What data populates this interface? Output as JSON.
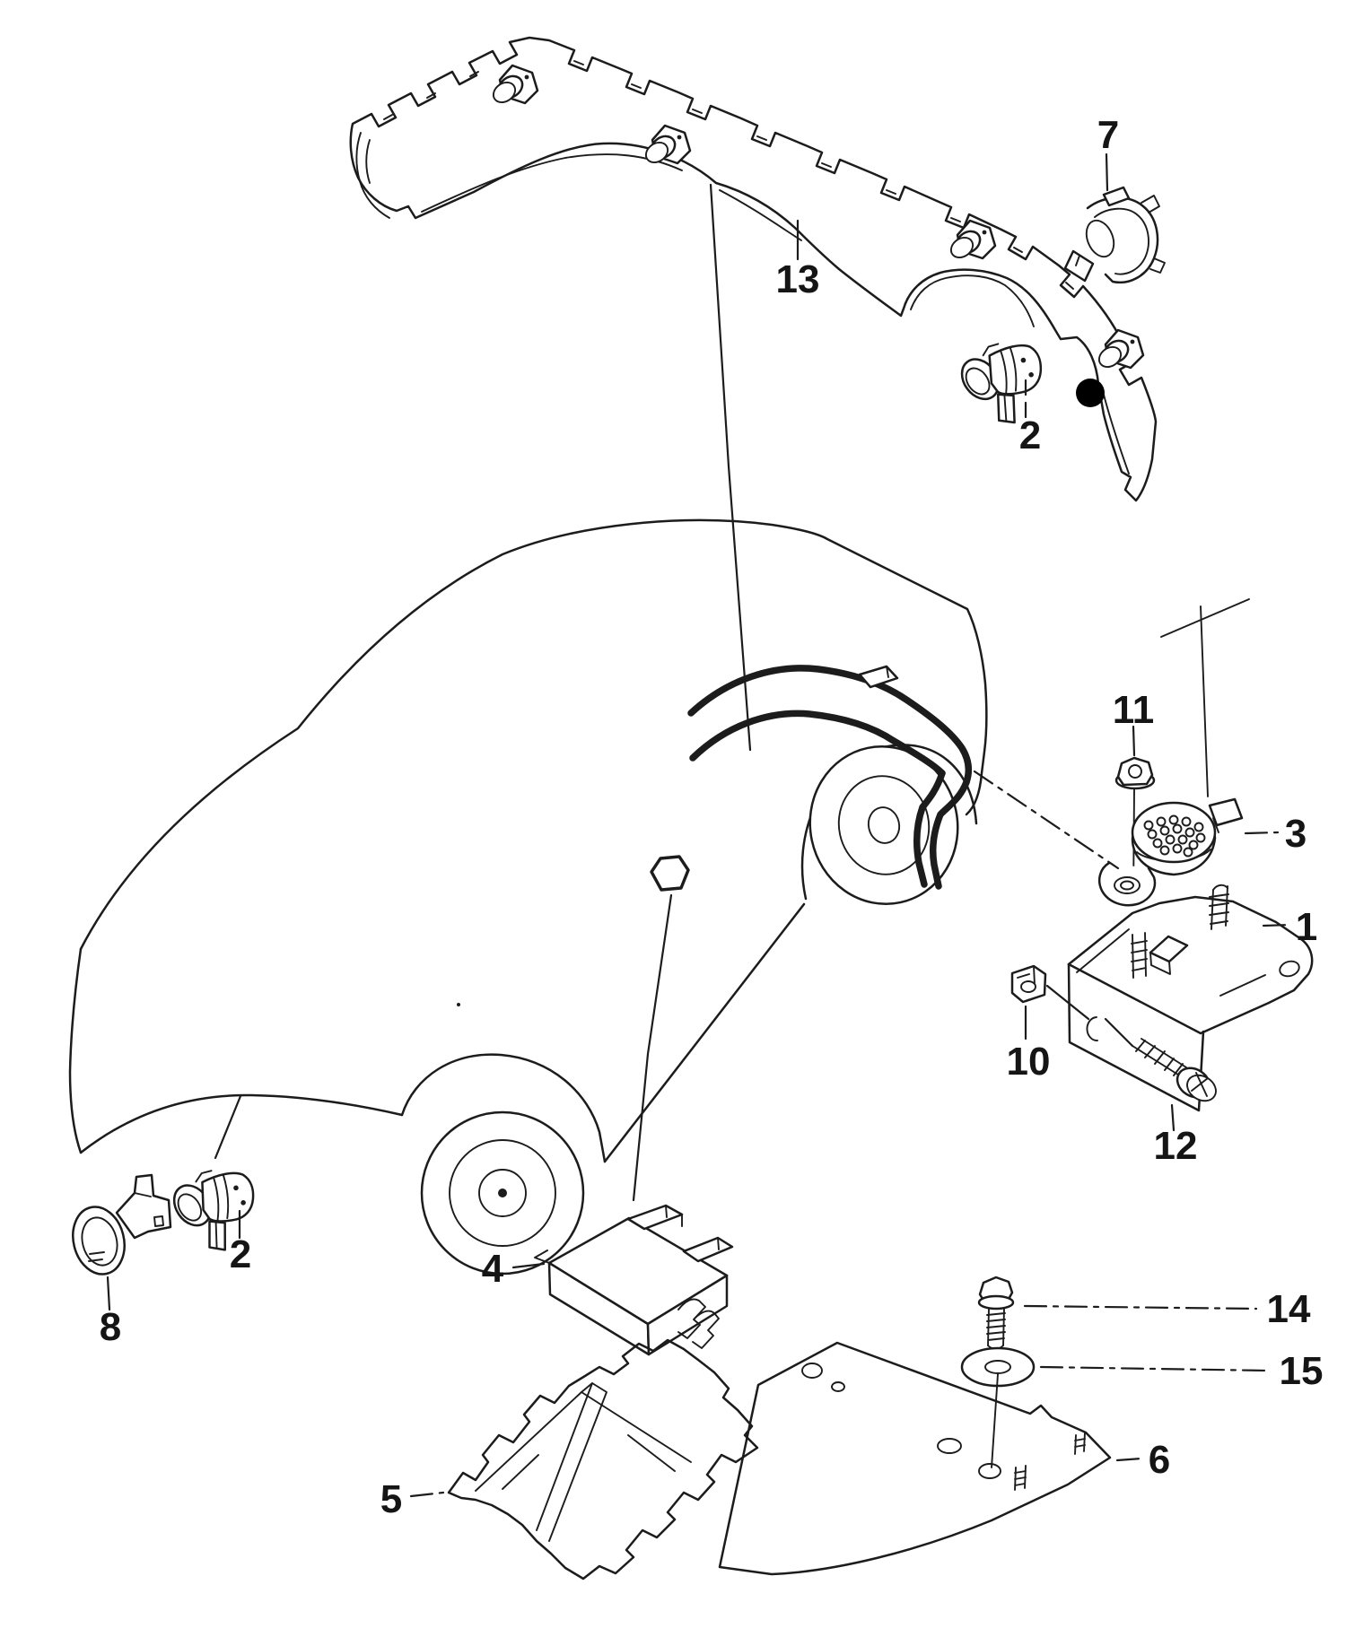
{
  "diagram": {
    "type": "exploded-parts-diagram",
    "callouts": {
      "c1": "1",
      "c2_bumper": "2",
      "c2_front": "2",
      "c3": "3",
      "c4": "4",
      "c5": "5",
      "c6": "6",
      "c7": "7",
      "c8": "8",
      "c10": "10",
      "c11": "11",
      "c12": "12",
      "c13": "13",
      "c14": "14",
      "c15": "15"
    },
    "colors": {
      "line_color": "#1c1c1c",
      "background": "#ffffff",
      "position_marker": "#000000"
    }
  }
}
